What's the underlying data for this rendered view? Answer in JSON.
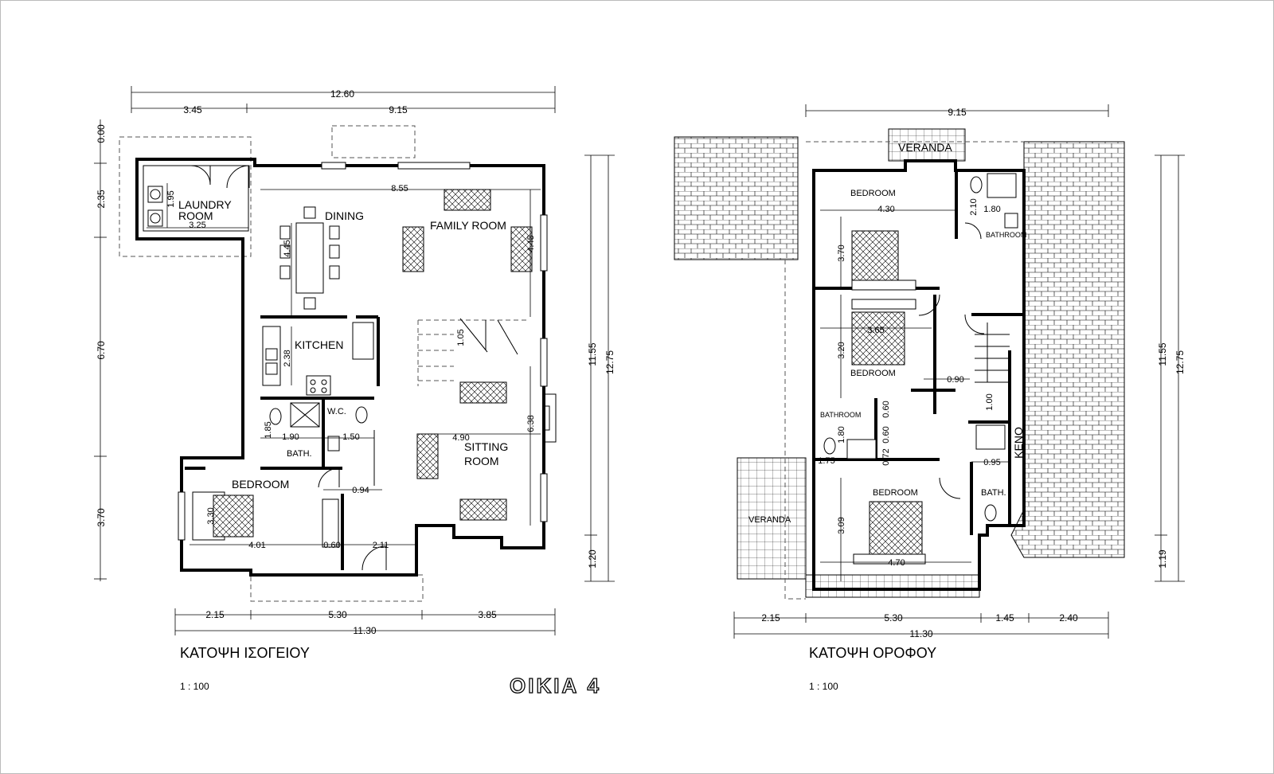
{
  "house_title": "ΟΙΚΙΑ 4",
  "ground_floor": {
    "title": "ΚΑΤΟΨΗ ΙΣΟΓΕΙΟΥ",
    "scale": "1 : 100",
    "rooms": {
      "laundry_1": "LAUNDRY",
      "laundry_2": "ROOM",
      "dining": "DINING",
      "family": "FAMILY ROOM",
      "kitchen": "KITCHEN",
      "wc": "W.C.",
      "bath": "BATH.",
      "sitting_1": "SITTING",
      "sitting_2": "ROOM",
      "bedroom": "BEDROOM"
    },
    "dims": {
      "top_total": "12.60",
      "top_a": "3.45",
      "top_b": "9.15",
      "bot_a": "2.15",
      "bot_b": "5.30",
      "bot_c": "3.85",
      "bot_total": "11.30",
      "left_a": "0.00",
      "left_b": "2.35",
      "left_c": "6.70",
      "left_d": "3.70",
      "right_a": "11.55",
      "right_b": "12.75",
      "right_c": "1.20",
      "in_855": "8.55",
      "in_195": "1.95",
      "in_325": "3.25",
      "in_445a": "4.45",
      "in_445b": "4.45",
      "in_238": "2.38",
      "in_105": "1.05",
      "in_185": "1.85",
      "in_190": "1.90",
      "in_150": "1.50",
      "in_490": "4.90",
      "in_638": "6.38",
      "in_094": "0.94",
      "in_330": "3.30",
      "in_401": "4.01",
      "in_060": "0.60",
      "in_211": "2.11"
    }
  },
  "upper_floor": {
    "title": "ΚΑΤΟΨΗ ΟΡΟΦΟΥ",
    "scale": "1 : 100",
    "rooms": {
      "veranda_top": "VERANDA",
      "bedroom_1": "BEDROOM",
      "bathroom_1": "BATHROOM",
      "bedroom_2": "BEDROOM",
      "bathroom_2": "BATHROOM",
      "keno": "KENO",
      "bath": "BATH.",
      "bedroom_3": "BEDROOM",
      "veranda_left": "VERANDA"
    },
    "dims": {
      "top": "9.15",
      "bot_a": "2.15",
      "bot_b": "5.30",
      "bot_c": "1.45",
      "bot_d": "2.40",
      "bot_total": "11.30",
      "right_a": "11.55",
      "right_b": "12.75",
      "right_c": "1.19",
      "in_430": "4.30",
      "in_210": "2.10",
      "in_180a": "1.80",
      "in_370": "3.70",
      "in_365": "3.65",
      "in_320": "3.20",
      "in_090": "0.90",
      "in_100": "1.00",
      "in_060a": "0.60",
      "in_060b": "0.60",
      "in_072": "0.72",
      "in_180b": "1.80",
      "in_175": "1.75",
      "in_095": "0.95",
      "in_309": "3.09",
      "in_470": "4.70"
    }
  }
}
